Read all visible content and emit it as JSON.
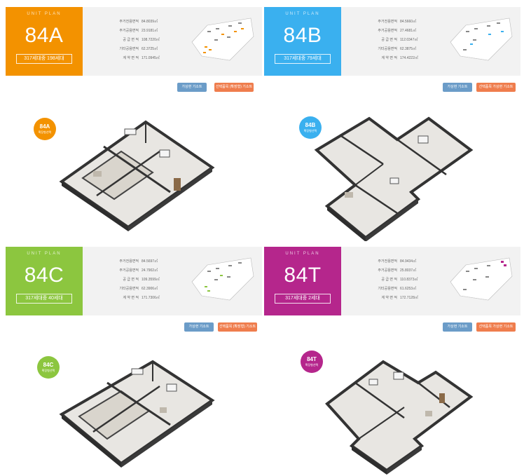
{
  "units": [
    {
      "code": "84A",
      "eyebrow": "UNIT PLAN",
      "households": "317세대중 198세대",
      "color": "#f39200",
      "plan_label_code": "84A",
      "plan_label_sub": "확장형선택",
      "buttons": {
        "left": "가상현 기소트",
        "right": "선택품목 (확장형) 기소트"
      },
      "specs": [
        {
          "label": "주거전용면적",
          "value": "84.8039㎡"
        },
        {
          "label": "주거공용면적",
          "value": "23.9181㎡"
        },
        {
          "label": "공 급 면 적",
          "value": "108.7220㎡"
        },
        {
          "label": "기타공용면적",
          "value": "62.3725㎡"
        },
        {
          "label": "계 약 면 적",
          "value": "171.0945㎡"
        }
      ]
    },
    {
      "code": "84B",
      "eyebrow": "UNIT PLAN",
      "households": "317세대중 79세대",
      "color": "#3ab0ef",
      "plan_label_code": "84B",
      "plan_label_sub": "확장형선택",
      "buttons": {
        "left": "가상현 기소트",
        "right": "선택품목 가상현 기소트"
      },
      "specs": [
        {
          "label": "주거전용면적",
          "value": "84.5660㎡"
        },
        {
          "label": "주거공용면적",
          "value": "27.4681㎡"
        },
        {
          "label": "공 급 면 적",
          "value": "112.0347㎡"
        },
        {
          "label": "기타공용면적",
          "value": "62.3875㎡"
        },
        {
          "label": "계 약 면 적",
          "value": "174.4222㎡"
        }
      ]
    },
    {
      "code": "84C",
      "eyebrow": "UNIT PLAN",
      "households": "317세대중 40세대",
      "color": "#8cc63f",
      "plan_label_code": "84C",
      "plan_label_sub": "확장형선택",
      "buttons": {
        "left": "가상현 기소트",
        "right": "선택품목 (확장형) 기소트"
      },
      "specs": [
        {
          "label": "주거전용면적",
          "value": "84.5697㎡"
        },
        {
          "label": "주거공용면적",
          "value": "24.7902㎡"
        },
        {
          "label": "공 급 면 적",
          "value": "109.3599㎡"
        },
        {
          "label": "기타공용면적",
          "value": "62.3906㎡"
        },
        {
          "label": "계 약 면 적",
          "value": "171.7306㎡"
        }
      ]
    },
    {
      "code": "84T",
      "eyebrow": "UNIT PLAN",
      "households": "317세대중 2세대",
      "color": "#b5268c",
      "plan_label_code": "84T",
      "plan_label_sub": "확장형선택",
      "buttons": {
        "left": "가상현 기소트",
        "right": "선택품목 가상현 기소트"
      },
      "specs": [
        {
          "label": "주거전용면적",
          "value": "84.9434㎡"
        },
        {
          "label": "주거공용면적",
          "value": "25.8037㎡"
        },
        {
          "label": "공 급 면 적",
          "value": "110.8373㎡"
        },
        {
          "label": "기타공용면적",
          "value": "61.6253㎡"
        },
        {
          "label": "계 약 면 적",
          "value": "172.7128㎡"
        }
      ]
    }
  ]
}
